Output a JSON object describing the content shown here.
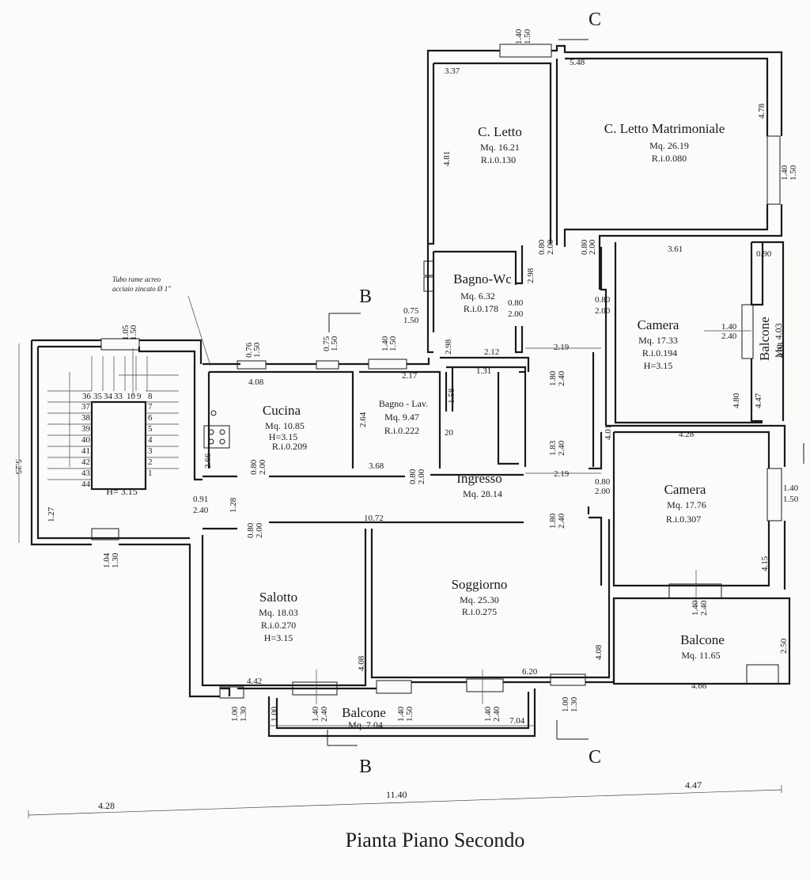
{
  "title": "Pianta Piano Secondo",
  "sections": {
    "b_top": "B",
    "b_bottom": "B",
    "c_top": "C",
    "c_bottom": "C"
  },
  "note": {
    "line1": "Tubo rame acreo",
    "line2": "acciaio zincato Ø 1\""
  },
  "rooms": {
    "c_letto": {
      "name": "C. Letto",
      "area": "Mq. 16.21",
      "ri": "R.i.0.130"
    },
    "matrimoniale": {
      "name": "C. Letto Matrimoniale",
      "area": "Mq. 26.19",
      "ri": "R.i.0.080"
    },
    "bagno_wc": {
      "name": "Bagno-Wc",
      "area": "Mq. 6.32",
      "ri": "R.i.0.178"
    },
    "camera1": {
      "name": "Camera",
      "area": "Mq. 17.33",
      "ri": "R.i.0.194",
      "h": "H=3.15"
    },
    "balcone_v": {
      "name": "Balcone",
      "area": "Mq. 4.03"
    },
    "cucina": {
      "name": "Cucina",
      "area": "Mq. 10.85",
      "h": "H=3.15",
      "ri": "R.i.0.209"
    },
    "bagno_lav": {
      "name": "Bagno - Lav.",
      "area": "Mq. 9.47",
      "ri": "R.i.0.222"
    },
    "ingresso": {
      "name": "Ingresso",
      "area": "Mq. 28.14"
    },
    "camera2": {
      "name": "Camera",
      "area": "Mq. 17.76",
      "ri": "R.i.0.307"
    },
    "scale": {
      "h": "H= 3.15"
    },
    "salotto": {
      "name": "Salotto",
      "area": "Mq. 18.03",
      "ri": "R.i.0.270",
      "h": "H=3.15"
    },
    "soggiorno": {
      "name": "Soggiorno",
      "area": "Mq. 25.30",
      "ri": "R.i.0.275"
    },
    "balcone_r": {
      "name": "Balcone",
      "area": "Mq. 11.65"
    },
    "balcone_b": {
      "name": "Balcone",
      "area": "Mq. 7.04"
    }
  },
  "stair_numbers": [
    "36",
    "35",
    "34",
    "33",
    "10",
    "9",
    "8",
    "37",
    "7",
    "38",
    "6",
    "39",
    "5",
    "40",
    "4",
    "41",
    "3",
    "42",
    "2",
    "43",
    "1",
    "44"
  ],
  "dimensions": [
    "1.40",
    "1.50",
    "5.48",
    "3.37",
    "4.78",
    "4.81",
    "1.40",
    "1.50",
    "0.80",
    "2.00",
    "0.80",
    "2.00",
    "3.61",
    "0.90",
    "2.98",
    "0.75",
    "1.50",
    "0.80",
    "2.00",
    "0.80",
    "2.00",
    "4.03",
    "1.40",
    "2.40",
    "2.98",
    "2.12",
    "2.19",
    "4.80",
    "4.47",
    "1.05",
    "1.50",
    "0.76",
    "1.50",
    "0.75",
    "1.50",
    "1.40",
    "1.50",
    "4.08",
    "2.17",
    "1.31",
    "1.58",
    "1.80",
    "2.40",
    "2.64",
    "20",
    "2.66",
    "4.01",
    "4.28",
    "3.68",
    "0.80",
    "2.00",
    "1.83",
    "2.40",
    "2.19",
    "0.80",
    "2.00",
    "1.40",
    "1.50",
    "1.27",
    "0.91",
    "2.40",
    "1.28",
    "0.80",
    "2.00",
    "10.72",
    "1.80",
    "2.40",
    "4.15",
    "1.04",
    "1.30",
    "0.80",
    "2.00",
    "1.40",
    "2.40",
    "2.50",
    "4.08",
    "4.08",
    "4.42",
    "6.20",
    "4.66",
    "1.00",
    "1.30",
    "1.00",
    "1.40",
    "2.40",
    "1.40",
    "1.50",
    "1.40",
    "2.40",
    "7.04",
    "1.00",
    "1.30",
    "5.25",
    "11.40",
    "4.28",
    "4.47"
  ]
}
